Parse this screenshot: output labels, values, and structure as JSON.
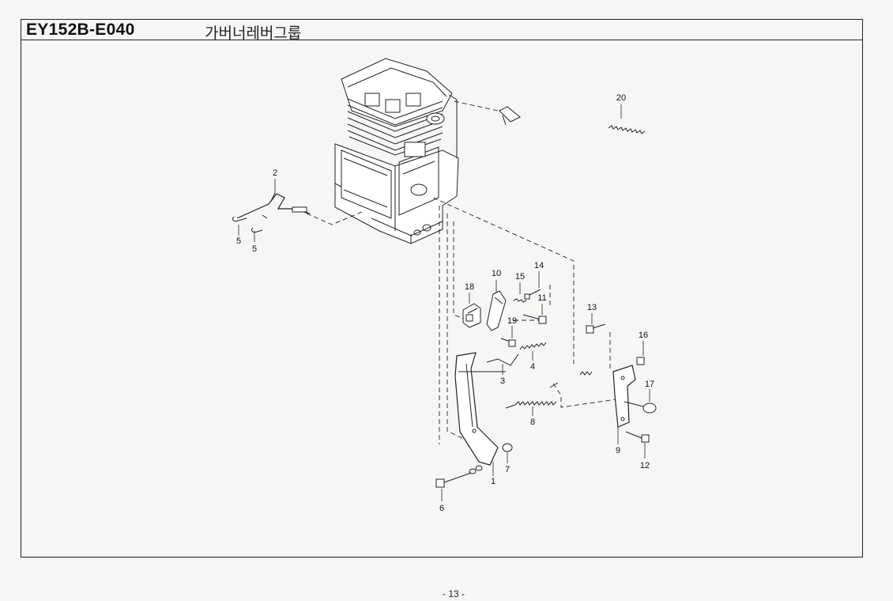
{
  "header": {
    "code": "EY152B-E040",
    "title": "가버너레버그룹"
  },
  "callouts": {
    "c20": "20",
    "c2": "2",
    "c5a": "5",
    "c5b": "5",
    "c10": "10",
    "c18": "18",
    "c15": "15",
    "c14": "14",
    "c11": "11",
    "c19": "19",
    "c13": "13",
    "c16": "16",
    "c4": "4",
    "c3": "3",
    "c17": "17",
    "c8": "8",
    "c9": "9",
    "c12": "12",
    "c7": "7",
    "c1": "1",
    "c6": "6"
  },
  "footer": {
    "page": "- 13 -"
  }
}
